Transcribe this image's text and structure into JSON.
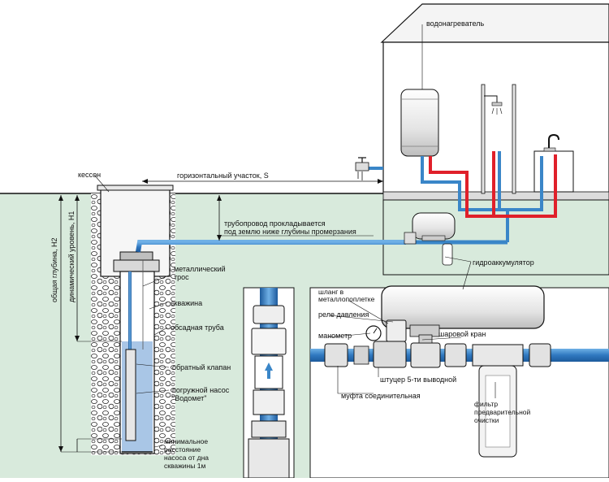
{
  "labels": {
    "water_heater": "водонагреватель",
    "caisson": "кессон",
    "horizontal_section": "горизонтальный участок, S",
    "pipeline_line1": "трубопровод прокладывается",
    "pipeline_line2": "под землю ниже глубины промерзания",
    "accumulator": "гидроаккумулятор",
    "total_depth": "общая глубина, Н2",
    "dynamic_level": "динамический уровень, Н1",
    "metal_cable_line1": "металлический",
    "metal_cable_line2": "трос",
    "well": "скважина",
    "casing_pipe": "обсадная труба",
    "check_valve": "обратный клапан",
    "pump_line1": "погружной насос",
    "pump_line2": "\"Водомет\"",
    "min_dist_line1": "минимальное",
    "min_dist_line2": "расстояние",
    "min_dist_line3": "насоса от дна",
    "min_dist_line4": "скважины 1м",
    "hose_line1": "шланг в",
    "hose_line2": "металлопоплетке",
    "pressure_switch": "реле давления",
    "manometer": "манометр",
    "ball_valve": "шаровой кран",
    "fitting_5way": "штуцер 5-ти выводной",
    "coupling": "муфта соединительная",
    "filter_line1": "фильтр",
    "filter_line2": "предварительной",
    "filter_line3": "очистки"
  },
  "colors": {
    "soil": "#d8eadc",
    "water_pipe": "#3a86c8",
    "hot_pipe": "#e0202a",
    "well_water": "#a9c6e6",
    "gravel": "#f2f2f2",
    "line": "#111111"
  }
}
